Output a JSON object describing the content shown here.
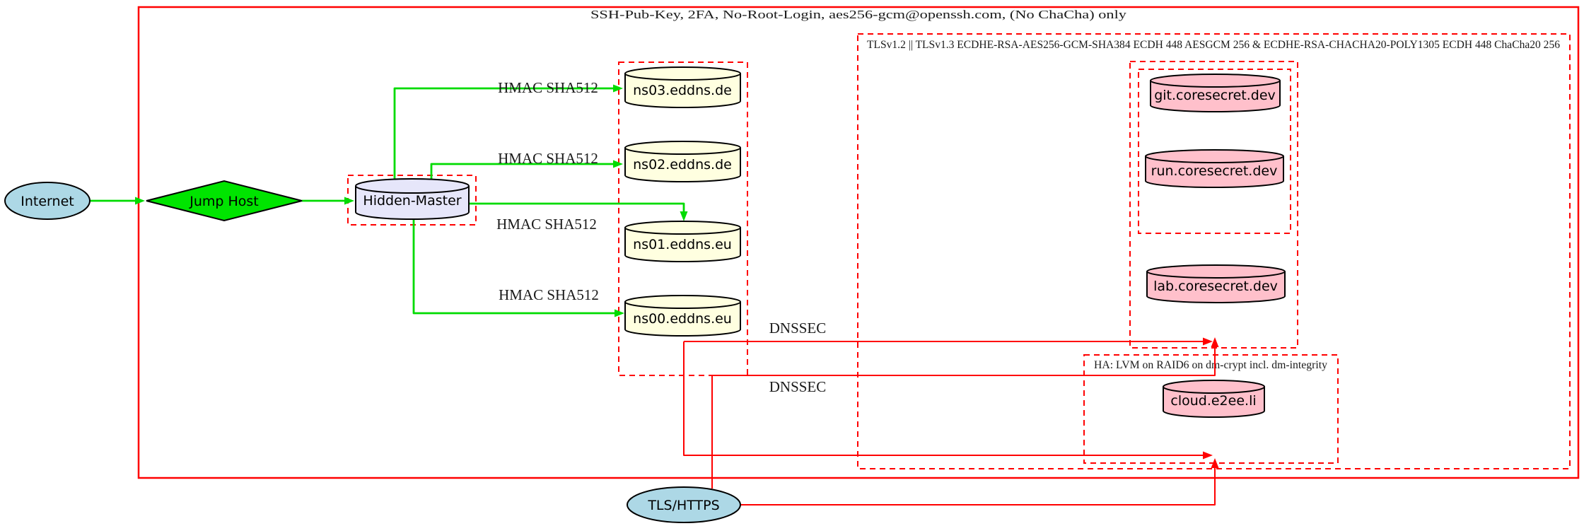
{
  "diagram": {
    "clusters": {
      "ssh": {
        "label": "SSH-Pub-Key, 2FA, No-Root-Login, aes256-gcm@openssh.com, (No ChaCha) only"
      },
      "tls": {
        "label": "TLSv1.2 || TLSv1.3 ECDHE-RSA-AES256-GCM-SHA384 ECDH 448 AESGCM 256 & ECDHE-RSA-CHACHA20-POLY1305 ECDH 448 ChaCha20 256"
      },
      "ha": {
        "label": "HA: LVM on RAID6 on dm-crypt incl. dm-integrity"
      }
    },
    "nodes": {
      "internet": {
        "label": "Internet"
      },
      "jump_host": {
        "label": "Jump Host"
      },
      "hidden_master": {
        "label": "Hidden-Master"
      },
      "ns03": {
        "label": "ns03.eddns.de"
      },
      "ns02": {
        "label": "ns02.eddns.de"
      },
      "ns01": {
        "label": "ns01.eddns.eu"
      },
      "ns00": {
        "label": "ns00.eddns.eu"
      },
      "git": {
        "label": "git.coresecret.dev"
      },
      "run": {
        "label": "run.coresecret.dev"
      },
      "lab": {
        "label": "lab.coresecret.dev"
      },
      "cloud": {
        "label": "cloud.e2ee.li"
      },
      "tls_https": {
        "label": "TLS/HTTPS"
      }
    },
    "edge_labels": {
      "hmac_ns03": "HMAC SHA512",
      "hmac_ns02": "HMAC SHA512",
      "hmac_ns01": "HMAC SHA512",
      "hmac_ns00": "HMAC SHA512",
      "dnssec_top": "DNSSEC",
      "dnssec_bottom": "DNSSEC"
    },
    "colors": {
      "cluster_border": "#ff0000",
      "edge_secure": "#00db00",
      "edge_tls": "#ff0000",
      "node_gateway_fill": "#add8e6",
      "node_dns_fill": "#ffffe0",
      "node_master_fill": "#e6e6fa",
      "node_service_fill": "#ffc0cb",
      "jump_host_fill": "#00e400",
      "node_stroke": "#000000"
    }
  }
}
